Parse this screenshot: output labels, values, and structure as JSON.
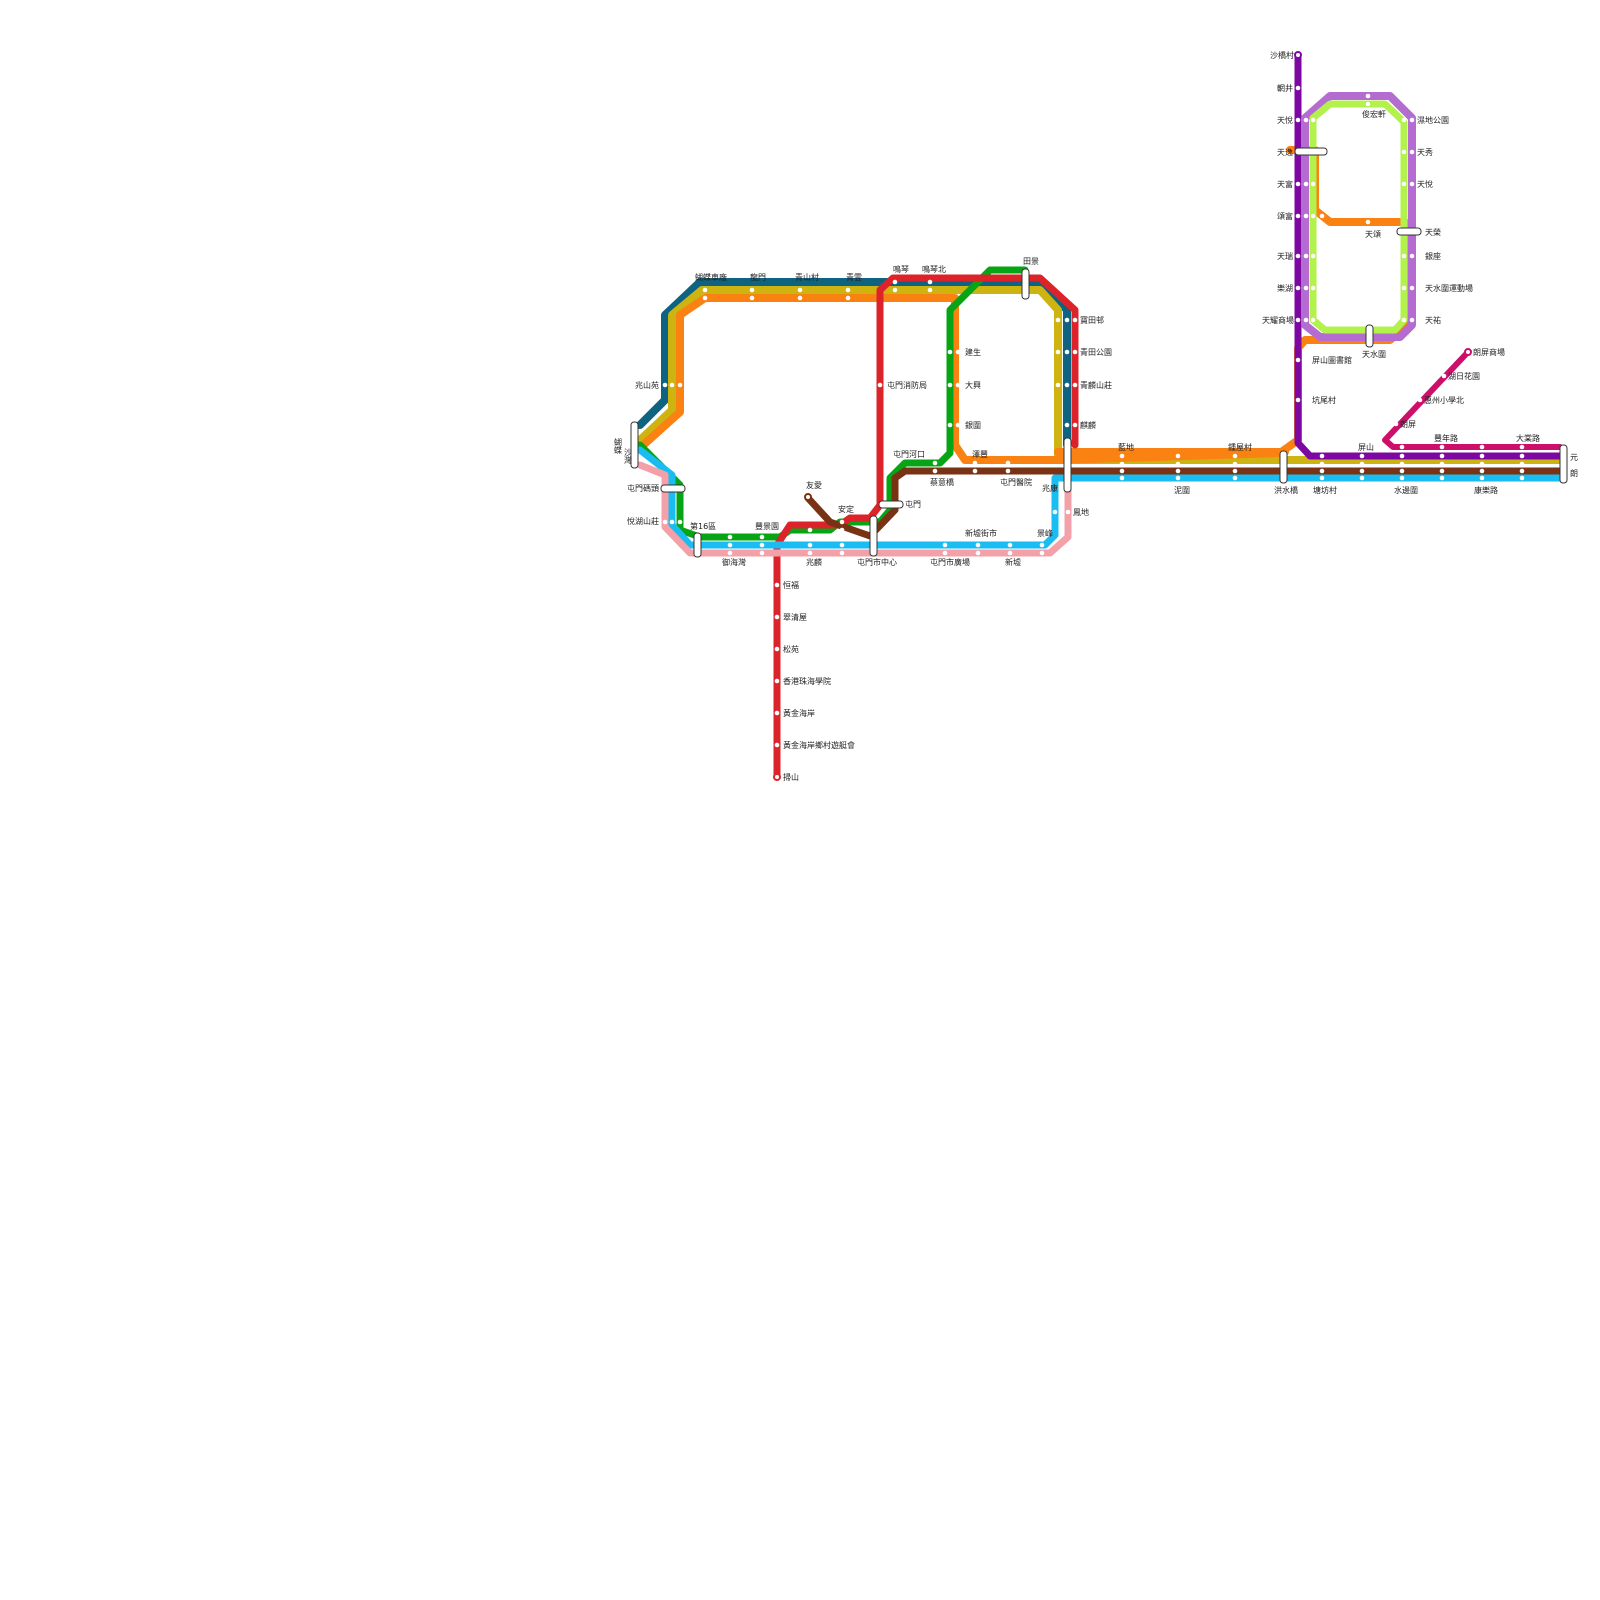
{
  "map": {
    "routes": [
      {
        "id": "teal",
        "color": "#0E6380"
      },
      {
        "id": "orange",
        "color": "#F98212"
      },
      {
        "id": "yellow",
        "color": "#CDB411"
      },
      {
        "id": "red",
        "color": "#DD232A"
      },
      {
        "id": "green",
        "color": "#07A515"
      },
      {
        "id": "brown",
        "color": "#7A3214"
      },
      {
        "id": "cyan",
        "color": "#19BDF1"
      },
      {
        "id": "pink",
        "color": "#F4A0A9"
      },
      {
        "id": "purple",
        "color": "#7D08A1"
      },
      {
        "id": "lime",
        "color": "#B3F24D"
      },
      {
        "id": "lavender",
        "color": "#B56CD1"
      },
      {
        "id": "magenta",
        "color": "#CD0E6A"
      }
    ],
    "stations": {
      "tuen_mun_pier": "蝴蝶",
      "tuen_mun_pier_2": "沙灣",
      "siu_hong_estate": "兆山苑",
      "tuen_mun_ferry": "屯門碼頭",
      "yuet_wu_villa": "悅湖山莊",
      "area16": "第16區",
      "yu_hoi_bay": "御海灣",
      "fung_king": "豐景園",
      "siu_lun": "兆麟",
      "yau_oi": "友愛",
      "on_ting": "安定",
      "town_centre": "屯門市中心",
      "town_plaza": "屯門市廣場",
      "sun_kwai": "新墟街市",
      "sun_hui": "新墟",
      "king_ling": "景峰",
      "fung_tei": "鳳地",
      "siu_hong": "兆康",
      "sam_shing": "蝴蝶車廠",
      "lung_mun": "龍門",
      "tsing_shan": "青山村",
      "tsing_wun": "青雲",
      "ming_kum": "鳴琴",
      "ming_kum_n": "鳴琴北",
      "tin_king": "田景",
      "po_tin": "寶田邨",
      "tsing_tin_park": "青田公園",
      "ching_chung": "青麟山莊",
      "kei_lun": "麒麟",
      "fire_station": "屯門消防局",
      "kin_sang": "建生",
      "tai_hing": "大興",
      "ngan_wai": "銀圍",
      "tuen_mun_river": "屯門河口",
      "choi_yuen": "蔡意橋",
      "tuen_mun_station": "屯門",
      "chak_ying": "澤豐",
      "hospital": "屯門醫院",
      "hang_fuk": "恒福",
      "chui_ching": "翠清屋",
      "tsung_yuen": "松苑",
      "chu_hai": "香港珠海學院",
      "gold_coast": "黃金海岸",
      "gold_coast_yacht": "黃金海岸鄉村遊艇會",
      "so_kwun_wat": "掃山",
      "lam_tei": "藍地",
      "nai_wai": "泥圍",
      "chung_uk": "鍾屋村",
      "hung_shui_kiu": "洪水橋",
      "tong_fong": "塘坊村",
      "ping_shan": "屏山",
      "shui_pin_wai": "水邊圍",
      "fung_nin": "豐年路",
      "hong_lok": "康樂路",
      "tai_tong": "大棠路",
      "yuen_long": "元",
      "yuen_long_2": "朗",
      "sha_kiu": "沙橋村",
      "kiu_tau": "輞井",
      "tin_yat": "天悅",
      "tin_yat2": "天逸",
      "tin_fu": "天富",
      "ling_fu": "頌富",
      "tin_shui": "天瑞",
      "lok_wu": "樂湖",
      "tin_yiu": "天耀商場",
      "ping_shan_lib": "屏山圖書館",
      "hang_mei": "坑尾村",
      "chung_fu": "俊宏軒",
      "wetland": "濕地公園",
      "tin_sau": "天秀",
      "tin_yuet": "天悅",
      "tin_wing": "天頌",
      "tin_tsz": "天榮",
      "ngan_tsz": "銀座",
      "sports_ground": "天水圍運動場",
      "tin_wu": "天祐",
      "tin_shui_wai": "天水圍",
      "long_ping_mall": "朗屏商場",
      "shui_pin": "湖日花園",
      "fook_school": "惠州小學北",
      "long_ping": "朗屏"
    }
  }
}
